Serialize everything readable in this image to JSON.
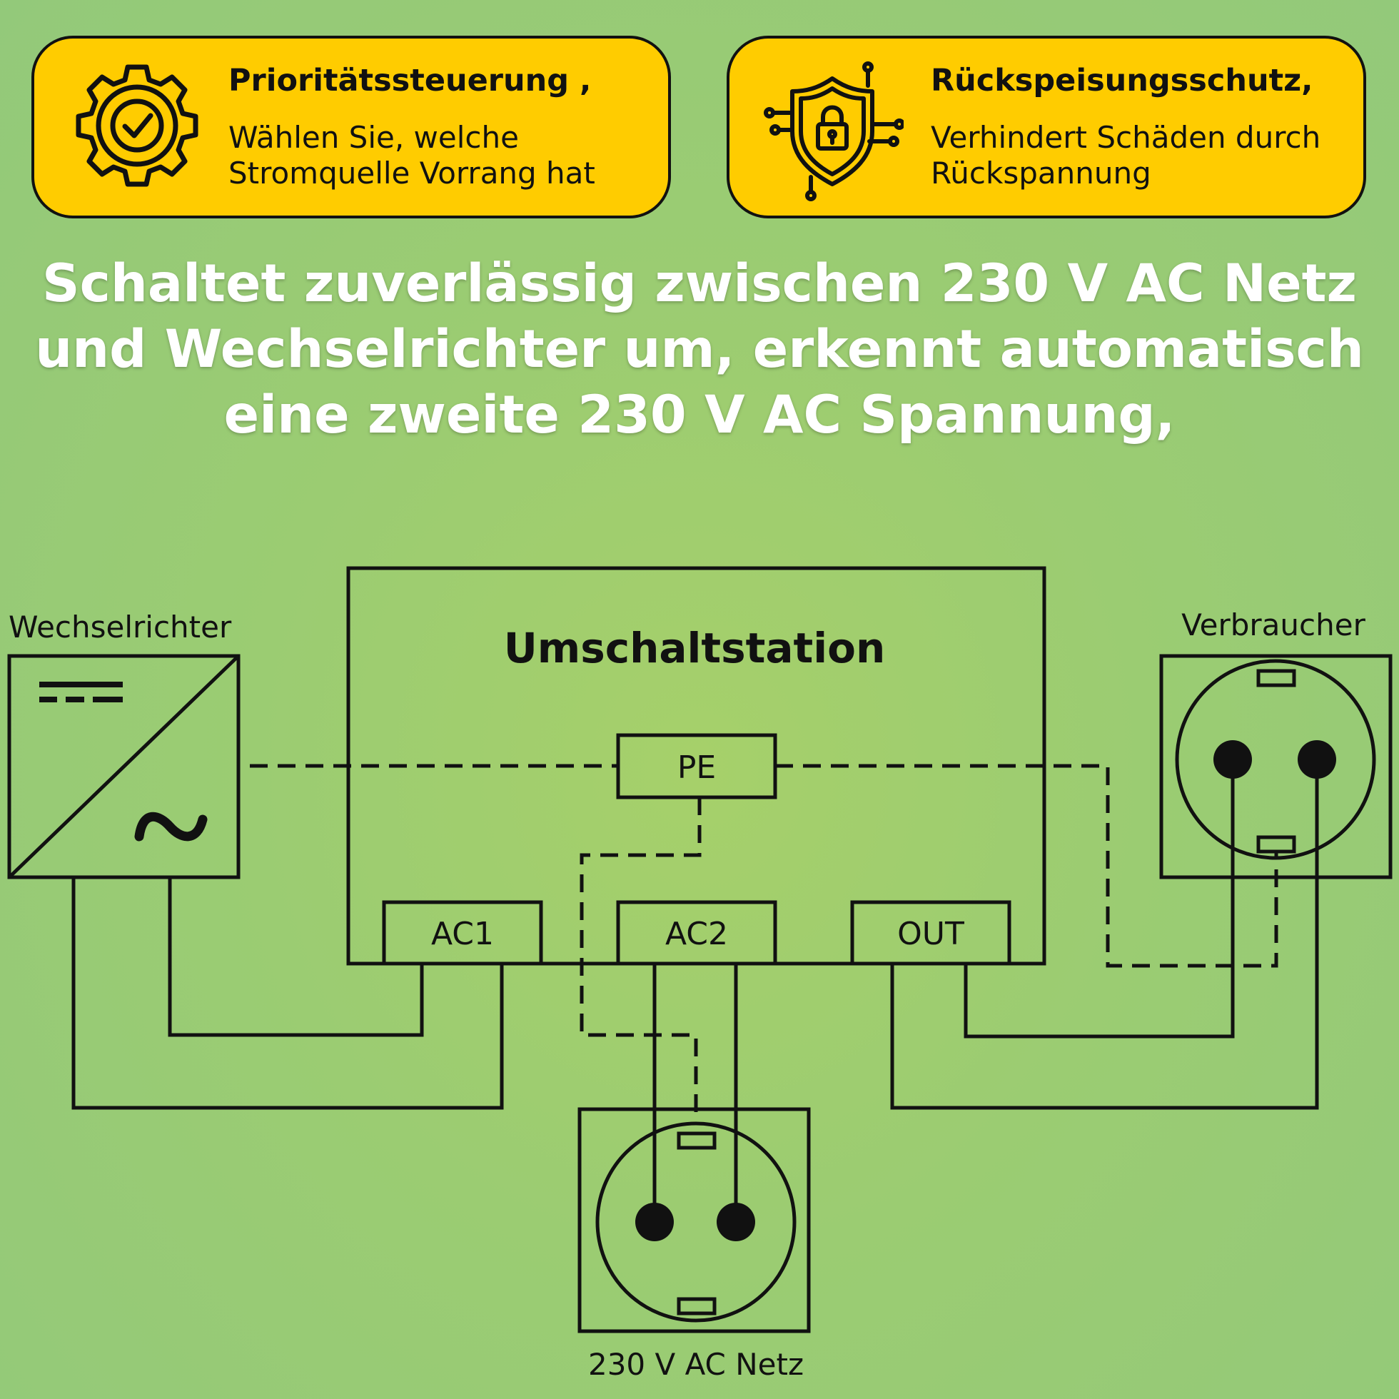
{
  "colors": {
    "background": "#9ccc72",
    "card": "#ffcc00",
    "headline": "#ffffff",
    "line": "#111111"
  },
  "cards": [
    {
      "icon": "gear-check-icon",
      "title": "Prioritätssteuerung ,",
      "lines": [
        "Wählen Sie, welche",
        "Stromquelle Vorrang hat"
      ]
    },
    {
      "icon": "shield-lock-circuit-icon",
      "title": "Rückspeisungsschutz,",
      "lines": [
        "Verhindert Schäden durch",
        "Rückspannung"
      ]
    }
  ],
  "headline": {
    "lines": [
      "Schaltet zuverlässig zwischen 230 V AC Netz",
      "und Wechselrichter um, erkennt automatisch",
      "eine zweite 230 V AC Spannung,"
    ]
  },
  "diagram": {
    "station_title": "Umschaltstation",
    "pe_label": "PE",
    "ports": [
      "AC1",
      "AC2",
      "OUT"
    ],
    "inverter_label": "Wechselrichter",
    "consumer_label": "Verbraucher",
    "grid_label": "230 V AC Netz",
    "inverter_symbols": {
      "dc": "dc-symbol-icon",
      "ac": "ac-wave-icon"
    },
    "socket_icon": "schuko-socket-icon"
  }
}
